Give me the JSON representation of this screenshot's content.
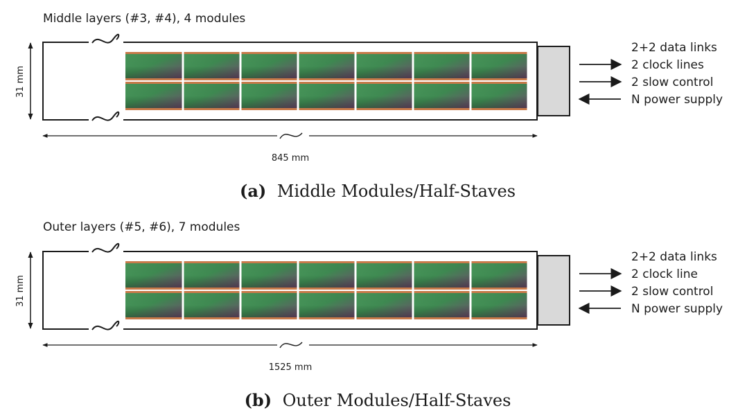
{
  "panels": [
    {
      "title": "Middle layers (#3, #4), 4 modules",
      "height_label": "31 mm",
      "length_label": "845 mm",
      "modules_per_row": 7,
      "rows": 2,
      "signals": [
        {
          "label": "2+2 data links",
          "direction": "none"
        },
        {
          "label": "2 clock lines",
          "direction": "out"
        },
        {
          "label": "2 slow control",
          "direction": "out"
        },
        {
          "label": "N power supply",
          "direction": "in"
        }
      ],
      "caption_tag": "(a)",
      "caption_text": "Middle Modules/Half-Staves"
    },
    {
      "title": "Outer layers (#5, #6), 7 modules",
      "height_label": "31 mm",
      "length_label": "1525 mm",
      "modules_per_row": 7,
      "rows": 2,
      "signals": [
        {
          "label": "2+2 data links",
          "direction": "none"
        },
        {
          "label": "2 clock line",
          "direction": "out"
        },
        {
          "label": "2 slow control",
          "direction": "out"
        },
        {
          "label": "N power supply",
          "direction": "in"
        }
      ],
      "caption_tag": "(b)",
      "caption_text": "Outer Modules/Half-Staves"
    }
  ],
  "colors": {
    "module_green": "#3f8a52",
    "module_purple": "#6b4a6a",
    "module_border": "#c87a4a",
    "connector": "#d9d9d9",
    "line": "#1a1a1a"
  }
}
